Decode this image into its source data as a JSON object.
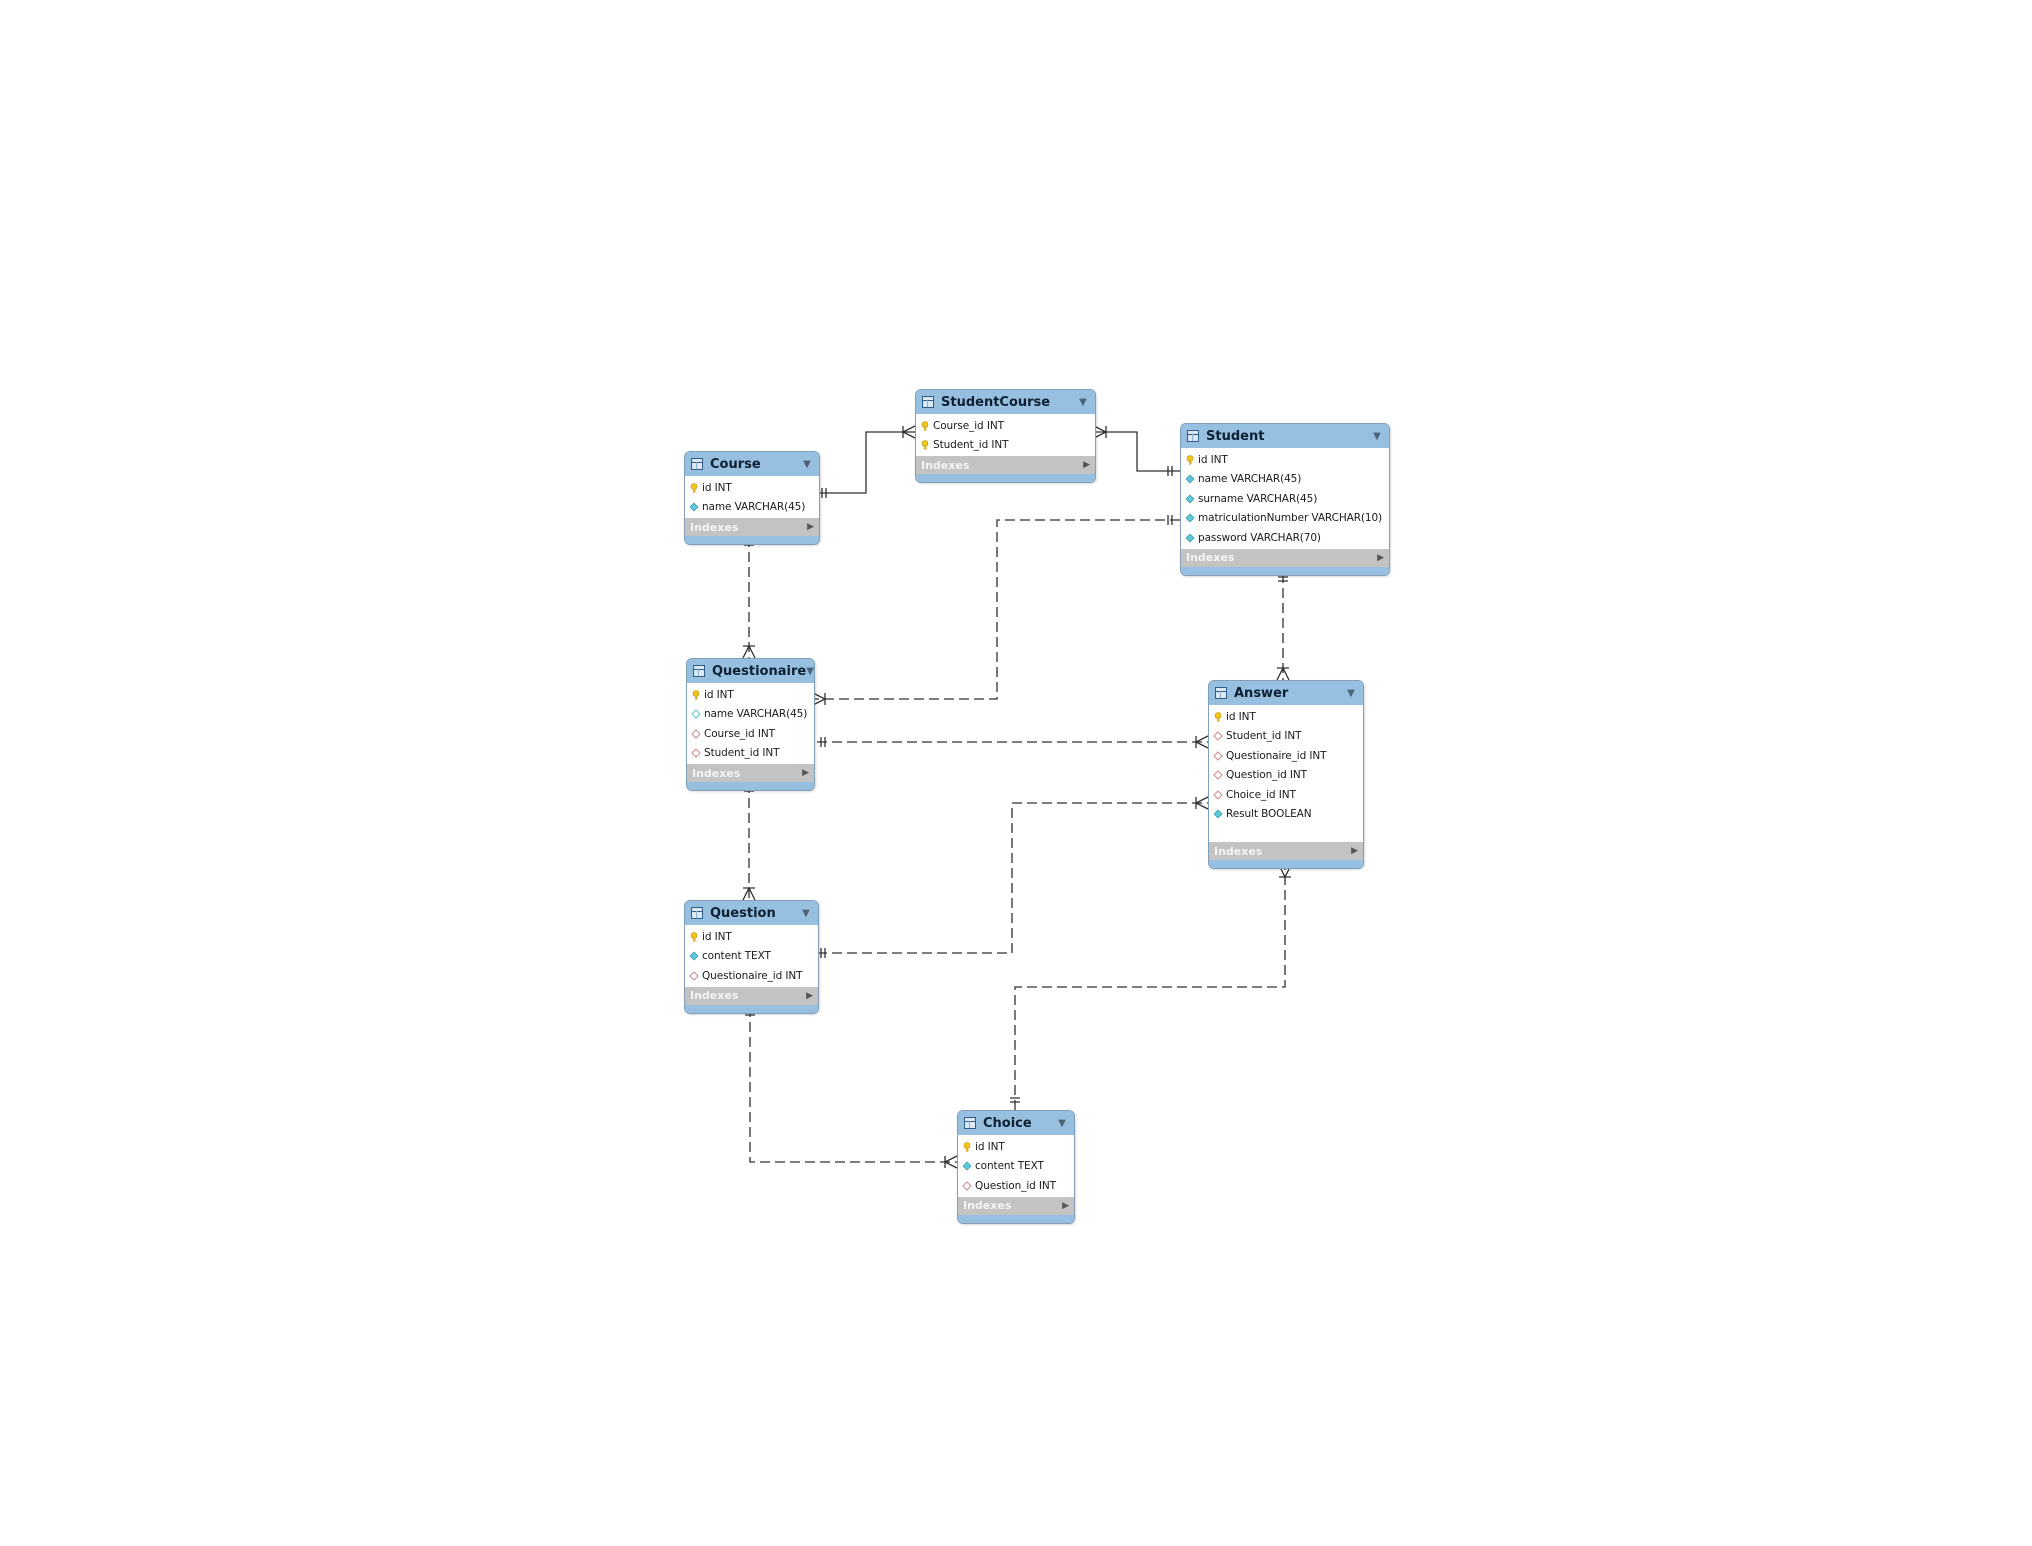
{
  "colors": {
    "header": "#97bfdf",
    "border": "#7f9fba",
    "indexes_bar": "#c3c3c3",
    "key_icon": "#f2c71b",
    "column_icon": "#5fc8d8",
    "foreign_key_icon": "#c88b8b",
    "relation_line": "#303030"
  },
  "indexes_label": "Indexes",
  "tables": [
    {
      "id": "course",
      "name": "Course",
      "columns": [
        {
          "text": "id INT",
          "icon": "key-icon"
        },
        {
          "text": "name VARCHAR(45)",
          "icon": "column-filled-icon"
        }
      ]
    },
    {
      "id": "studentcourse",
      "name": "StudentCourse",
      "columns": [
        {
          "text": "Course_id INT",
          "icon": "key-icon"
        },
        {
          "text": "Student_id INT",
          "icon": "key-icon"
        }
      ]
    },
    {
      "id": "student",
      "name": "Student",
      "columns": [
        {
          "text": "id INT",
          "icon": "key-icon"
        },
        {
          "text": "name VARCHAR(45)",
          "icon": "column-filled-icon"
        },
        {
          "text": "surname VARCHAR(45)",
          "icon": "column-filled-icon"
        },
        {
          "text": "matriculationNumber VARCHAR(10)",
          "icon": "column-filled-icon"
        },
        {
          "text": "password VARCHAR(70)",
          "icon": "column-filled-icon"
        }
      ]
    },
    {
      "id": "questionaire",
      "name": "Questionaire",
      "columns": [
        {
          "text": "id INT",
          "icon": "key-icon"
        },
        {
          "text": "name VARCHAR(45)",
          "icon": "column-empty-icon"
        },
        {
          "text": "Course_id INT",
          "icon": "foreign-key-icon"
        },
        {
          "text": "Student_id INT",
          "icon": "foreign-key-icon"
        }
      ]
    },
    {
      "id": "answer",
      "name": "Answer",
      "columns": [
        {
          "text": "id INT",
          "icon": "key-icon"
        },
        {
          "text": "Student_id INT",
          "icon": "foreign-key-icon"
        },
        {
          "text": "Questionaire_id INT",
          "icon": "foreign-key-icon"
        },
        {
          "text": "Question_id INT",
          "icon": "foreign-key-icon"
        },
        {
          "text": "Choice_id INT",
          "icon": "foreign-key-icon"
        },
        {
          "text": "Result BOOLEAN",
          "icon": "column-filled-icon"
        }
      ]
    },
    {
      "id": "question",
      "name": "Question",
      "columns": [
        {
          "text": "id INT",
          "icon": "key-icon"
        },
        {
          "text": "content TEXT",
          "icon": "column-filled-icon"
        },
        {
          "text": "Questionaire_id INT",
          "icon": "foreign-key-icon"
        }
      ]
    },
    {
      "id": "choice",
      "name": "Choice",
      "columns": [
        {
          "text": "id INT",
          "icon": "key-icon"
        },
        {
          "text": "content TEXT",
          "icon": "column-filled-icon"
        },
        {
          "text": "Question_id INT",
          "icon": "foreign-key-icon"
        }
      ]
    }
  ],
  "relationships": [
    {
      "id": "course-studentcourse",
      "from": "Course",
      "to": "StudentCourse",
      "from_end": "one",
      "to_end": "many",
      "identifying": true
    },
    {
      "id": "student-studentcourse",
      "from": "Student",
      "to": "StudentCourse",
      "from_end": "one",
      "to_end": "many",
      "identifying": true
    },
    {
      "id": "course-questionaire",
      "from": "Course",
      "to": "Questionaire",
      "from_end": "one",
      "to_end": "many",
      "identifying": false
    },
    {
      "id": "student-questionaire",
      "from": "Student",
      "to": "Questionaire",
      "from_end": "one",
      "to_end": "many",
      "identifying": false
    },
    {
      "id": "student-answer",
      "from": "Student",
      "to": "Answer",
      "from_end": "one",
      "to_end": "many",
      "identifying": false
    },
    {
      "id": "questionaire-answer",
      "from": "Questionaire",
      "to": "Answer",
      "from_end": "one",
      "to_end": "many",
      "identifying": false
    },
    {
      "id": "questionaire-question",
      "from": "Questionaire",
      "to": "Question",
      "from_end": "one",
      "to_end": "many",
      "identifying": false
    },
    {
      "id": "question-answer",
      "from": "Question",
      "to": "Answer",
      "from_end": "one",
      "to_end": "many",
      "identifying": false
    },
    {
      "id": "choice-answer",
      "from": "Choice",
      "to": "Answer",
      "from_end": "one",
      "to_end": "many",
      "identifying": false
    },
    {
      "id": "question-choice",
      "from": "Question",
      "to": "Choice",
      "from_end": "one",
      "to_end": "many",
      "identifying": false
    }
  ]
}
